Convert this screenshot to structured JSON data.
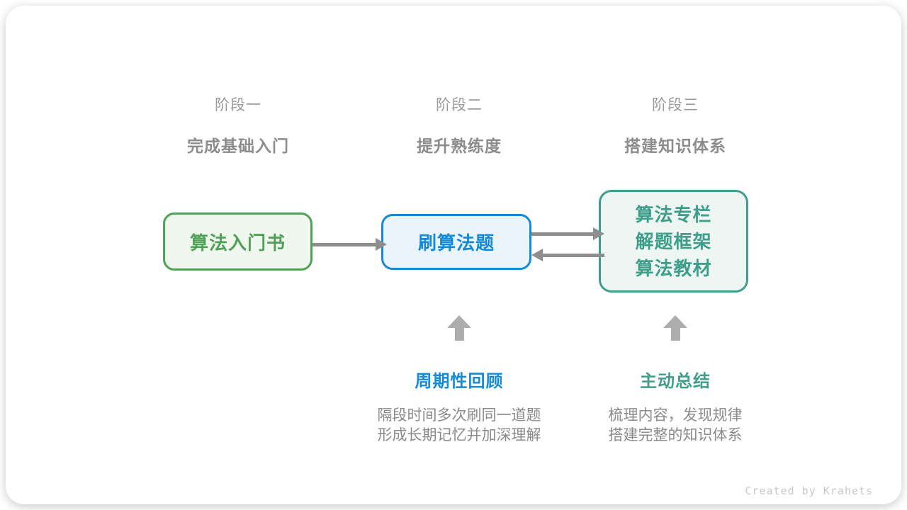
{
  "colors": {
    "green": "#4fa156",
    "green_fill": "#f0f7ef",
    "blue": "#168ad6",
    "blue_fill": "#eaf4fb",
    "teal": "#3f9e8a",
    "teal_fill": "#eef6f3",
    "gray_label": "#9b9b9b",
    "gray_subtitle": "#8c8c8c",
    "gray_text": "#8a8a8a",
    "arrow": "#8e8e8e",
    "arrow_up": "#adadad",
    "credit": "#c8c8c8"
  },
  "stages": [
    {
      "label": "阶段一",
      "subtitle": "完成基础入门"
    },
    {
      "label": "阶段二",
      "subtitle": "提升熟练度"
    },
    {
      "label": "阶段三",
      "subtitle": "搭建知识体系"
    }
  ],
  "nodes": [
    {
      "lines": [
        "算法入门书"
      ]
    },
    {
      "lines": [
        "刷算法题"
      ]
    },
    {
      "lines": [
        "算法专栏",
        "解题框架",
        "算法教材"
      ]
    }
  ],
  "annotations": [
    {
      "title": "周期性回顾",
      "desc": [
        "隔段时间多次刷同一道题",
        "形成长期记忆并加深理解"
      ]
    },
    {
      "title": "主动总结",
      "desc": [
        "梳理内容，发现规律",
        "搭建完整的知识体系"
      ]
    }
  ],
  "credit": "Created by Krahets"
}
